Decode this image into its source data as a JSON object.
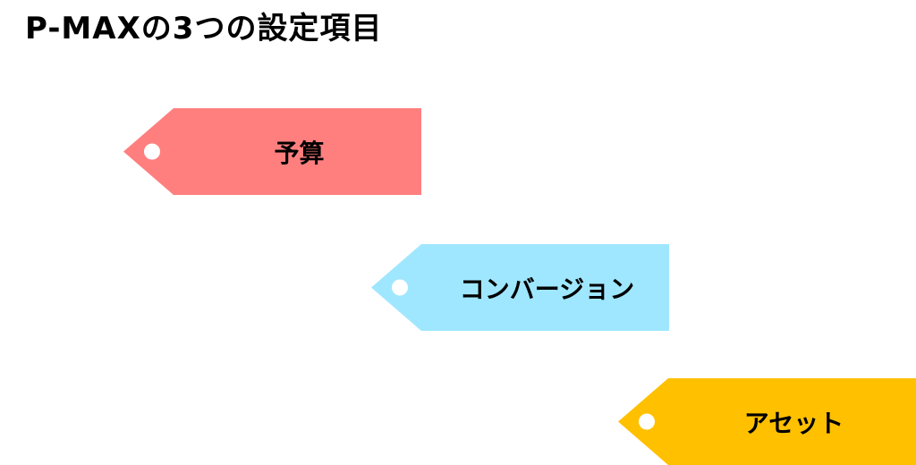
{
  "title": "P-MAXの3つの設定項目",
  "tags": [
    {
      "label": "予算",
      "color": "#FF7F7F"
    },
    {
      "label": "コンバージョン",
      "color": "#9FE7FF"
    },
    {
      "label": "アセット",
      "color": "#FFC000"
    }
  ]
}
